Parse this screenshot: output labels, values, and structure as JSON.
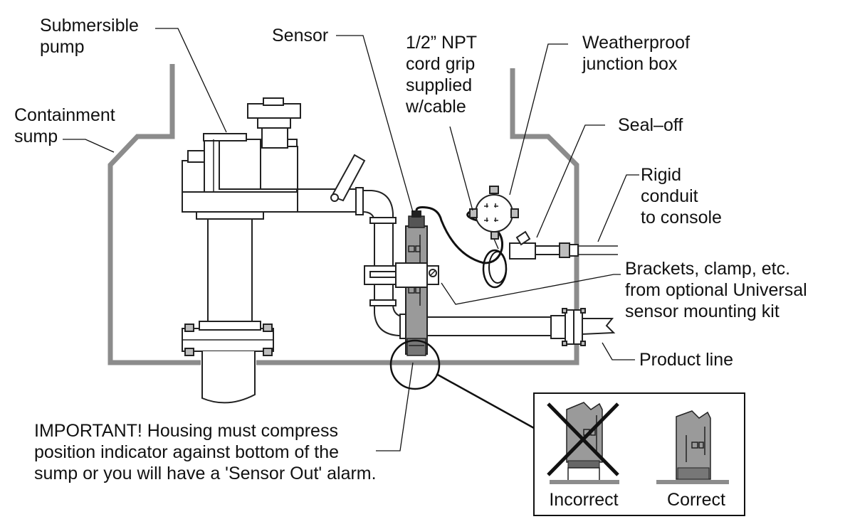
{
  "labels": {
    "submersible_pump": [
      "Submersible",
      "pump"
    ],
    "containment_sump": [
      "Containment",
      "sump"
    ],
    "sensor": [
      "Sensor"
    ],
    "cord_grip": [
      "1/2” NPT",
      "cord grip",
      "supplied",
      "w/cable"
    ],
    "junction_box": [
      "Weatherproof",
      "junction box"
    ],
    "seal_off": [
      "Seal–off"
    ],
    "rigid_conduit": [
      "Rigid",
      "conduit",
      "to console"
    ],
    "brackets": [
      "Brackets, clamp, etc.",
      "from optional Universal",
      "sensor mounting kit"
    ],
    "product_line": [
      "Product line"
    ],
    "important": [
      "IMPORTANT! Housing must compress",
      "position indicator against bottom of the",
      "sump or you will have a 'Sensor Out' alarm."
    ]
  },
  "inset": {
    "incorrect": "Incorrect",
    "correct": "Correct"
  },
  "colors": {
    "ink": "#111111",
    "sump_wall": "#8c8c8c",
    "sensor_fill": "#9a9a9a"
  }
}
